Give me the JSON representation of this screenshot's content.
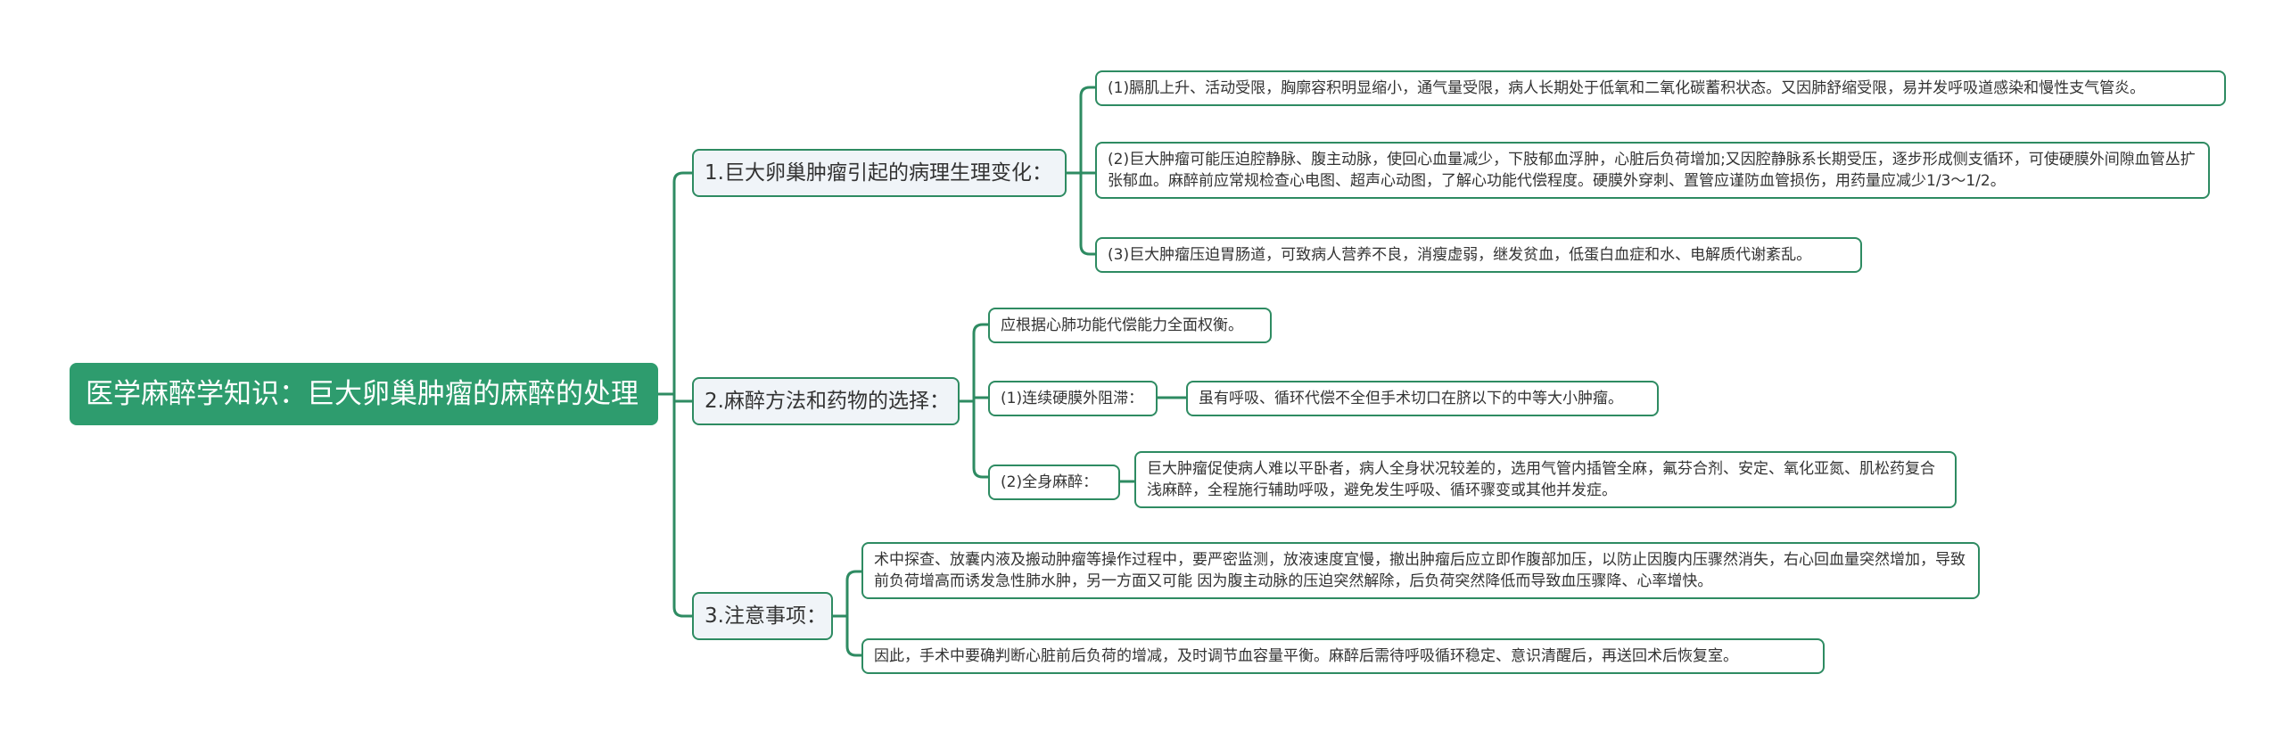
{
  "root": {
    "title": "医学麻醉学知识：巨大卵巢肿瘤的麻醉的处理"
  },
  "branches": [
    {
      "title": "1.巨大卵巢肿瘤引起的病理生理变化：",
      "children": [
        "(1)膈肌上升、活动受限，胸廓容积明显缩小，通气量受限，病人长期处于低氧和二氧化碳蓄积状态。又因肺舒缩受限，易并发呼吸道感染和慢性支气管炎。",
        "(2)巨大肿瘤可能压迫腔静脉、腹主动脉，使回心血量减少，下肢郁血浮肿，心脏后负荷增加;又因腔静脉系长期受压，逐步形成侧支循环，可使硬膜外间隙血管丛扩张郁血。麻醉前应常规检查心电图、超声心动图，了解心功能代偿程度。硬膜外穿刺、置管应谨防血管损伤，用药量应减少1/3～1/2。",
        "(3)巨大肿瘤压迫胃肠道，可致病人营养不良，消瘦虚弱，继发贫血，低蛋白血症和水、电解质代谢紊乱。"
      ]
    },
    {
      "title": "2.麻醉方法和药物的选择：",
      "children": [
        {
          "text": "应根据心肺功能代偿能力全面权衡。"
        },
        {
          "text": "(1)连续硬膜外阻滞：",
          "detail": "虽有呼吸、循环代偿不全但手术切口在脐以下的中等大小肿瘤。"
        },
        {
          "text": "(2)全身麻醉：",
          "detail": "巨大肿瘤促使病人难以平卧者，病人全身状况较差的，选用气管内插管全麻，氟芬合剂、安定、氧化亚氮、肌松药复合浅麻醉，全程施行辅助呼吸，避免发生呼吸、循环骤变或其他并发症。"
        }
      ]
    },
    {
      "title": "3.注意事项：",
      "children": [
        "术中探查、放囊内液及搬动肿瘤等操作过程中，要严密监测，放液速度宜慢，撤出肿瘤后应立即作腹部加压，以防止因腹内压骤然消失，右心回血量突然增加，导致前负荷增高而诱发急性肺水肿，另一方面又可能 因为腹主动脉的压迫突然解除，后负荷突然降低而导致血压骤降、心率增快。",
        "因此，手术中要确判断心脏前后负荷的增减，及时调节血容量平衡。麻醉后需待呼吸循环稳定、意识清醒后，再送回术后恢复室。"
      ]
    }
  ],
  "colors": {
    "line": "#2e8b62",
    "root_bg": "#2e9c6e",
    "branch_bg": "#f0f4f8"
  }
}
